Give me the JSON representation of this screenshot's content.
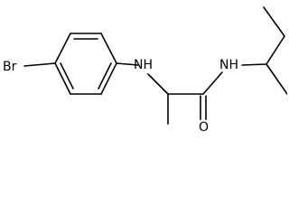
{
  "molecule": {
    "atoms": {
      "br": "Br",
      "nh_amine": "NH",
      "nh_amide": "NH",
      "oxygen": "O"
    }
  }
}
